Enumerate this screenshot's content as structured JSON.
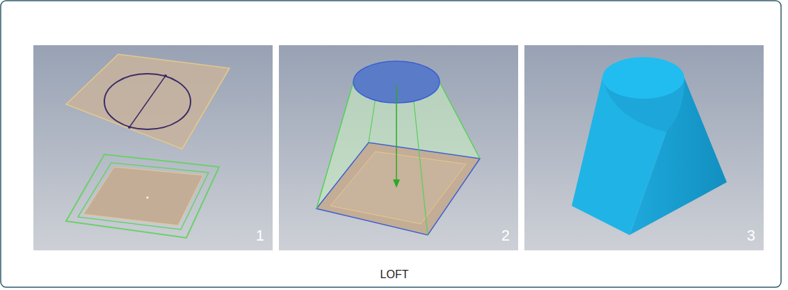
{
  "diagram": {
    "caption": "LOFT",
    "labels": [
      "1",
      "2",
      "3"
    ]
  }
}
